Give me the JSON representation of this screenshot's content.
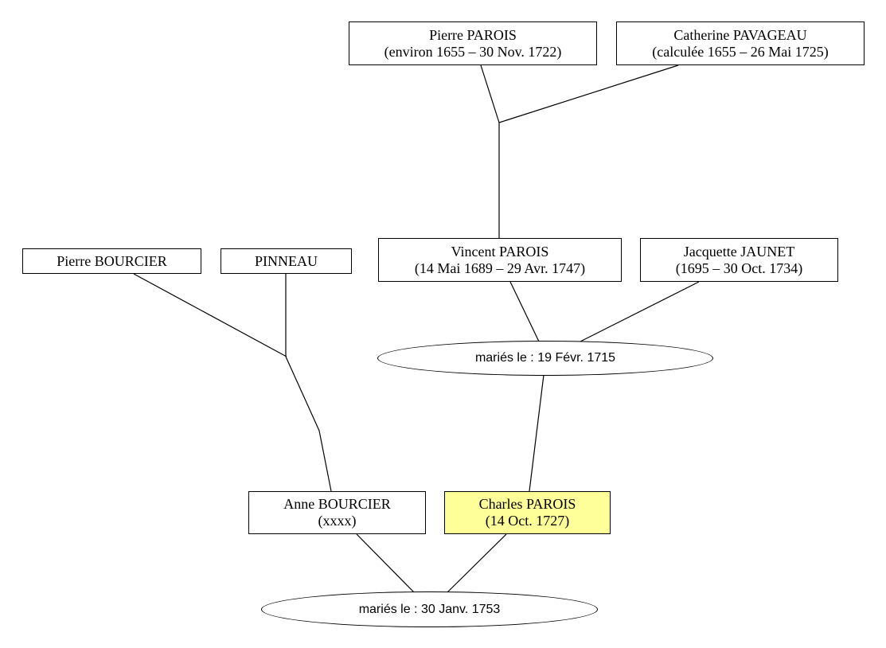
{
  "people": {
    "pierre_parois": {
      "name": "Pierre PAROIS",
      "dates": "(environ 1655 – 30 Nov. 1722)"
    },
    "catherine_pavageau": {
      "name": "Catherine PAVAGEAU",
      "dates": "(calculée 1655 – 26 Mai 1725)"
    },
    "pierre_bourcier": {
      "name": "Pierre BOURCIER"
    },
    "pinneau": {
      "name": "PINNEAU"
    },
    "vincent_parois": {
      "name": "Vincent PAROIS",
      "dates": "(14 Mai 1689 – 29 Avr. 1747)"
    },
    "jacquette_jaunet": {
      "name": "Jacquette JAUNET",
      "dates": "(1695 – 30 Oct. 1734)"
    },
    "anne_bourcier": {
      "name": "Anne BOURCIER",
      "dates": "(xxxx)"
    },
    "charles_parois": {
      "name": "Charles PAROIS",
      "dates": "(14 Oct. 1727)"
    }
  },
  "marriages": {
    "vincent_jacquette": "mariés le : 19 Févr. 1715",
    "anne_charles": "mariés le : 30 Janv. 1753"
  },
  "colors": {
    "highlight": "#ffff99",
    "line": "#000000"
  }
}
